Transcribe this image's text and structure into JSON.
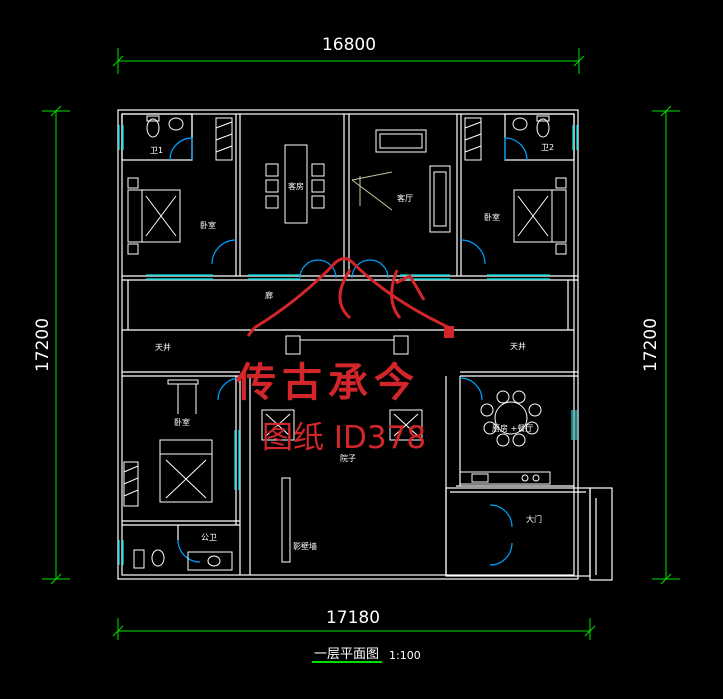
{
  "dimensions": {
    "top_width": "16800",
    "bottom_width": "17180",
    "left_depth": "17200",
    "right_depth": "17200"
  },
  "rooms": {
    "toilet_1": "卫1",
    "toilet_2": "卫2",
    "bedroom_nw": "卧室",
    "bedroom_ne": "卧室",
    "bedroom_sw": "卧室",
    "guest_room": "客房",
    "living_room": "客厅",
    "corridor": "廊",
    "courtyard_left": "天井",
    "courtyard_right": "天井",
    "courtyard_main": "院子",
    "screen_wall": "影壁墙",
    "kitchen_dining": "厨房 +餐厅",
    "public_toilet": "公卫",
    "main_gate": "大门"
  },
  "watermark": {
    "brand": "传古承今",
    "drawing_id": "图纸 ID378"
  },
  "caption": {
    "title": "一层平面图",
    "scale": "1:100"
  },
  "colors": {
    "background": "#000000",
    "wall": "#ffffff",
    "dimension": "#00ff00",
    "window": "#00c8c8",
    "door": "#00a0ff",
    "furniture": "#ffffff",
    "watermark": "#d3262a"
  }
}
